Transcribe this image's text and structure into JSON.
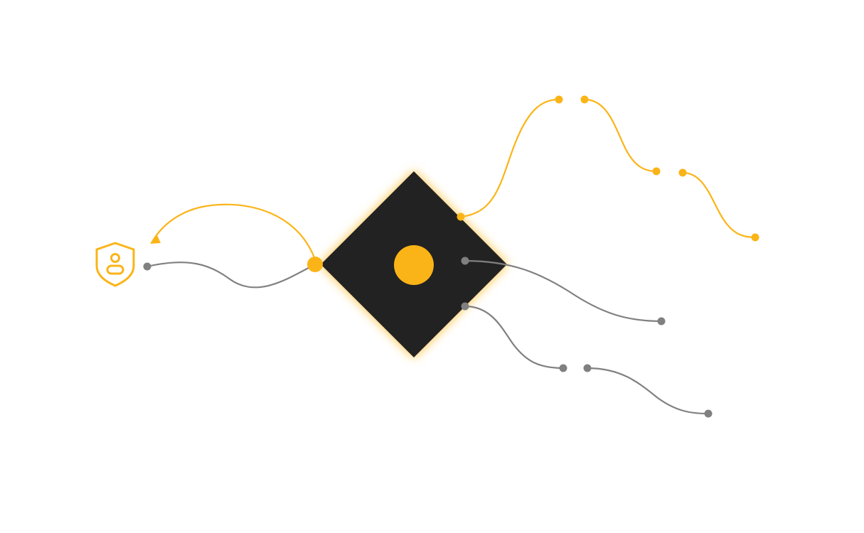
{
  "colors": {
    "accent": "#fbb417",
    "node_fill": "#202020",
    "connector_gray": "#808080",
    "glow": "#fbb417",
    "background": "#ffffff"
  },
  "icons": {
    "user_shield": "user-shield-icon"
  },
  "diagram": {
    "central_node": "diamond-node",
    "connection_count": 5,
    "connection_styles": [
      "accent",
      "accent",
      "accent",
      "accent",
      "gray",
      "gray",
      "gray",
      "gray"
    ]
  }
}
